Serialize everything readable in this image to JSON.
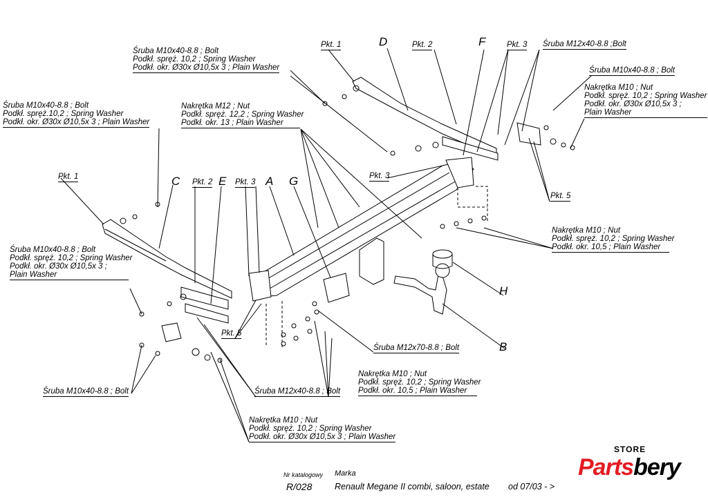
{
  "letters": {
    "a": "A",
    "b": "B",
    "c": "C",
    "d": "D",
    "e": "E",
    "f": "F",
    "g": "G",
    "h": "H"
  },
  "pkt": {
    "p1": "Pkt. 1",
    "p2": "Pkt. 2",
    "p3": "Pkt. 3",
    "p5": "Pkt. 5"
  },
  "callouts": {
    "top_bolt": [
      "Śruba M10x40-8.8 ;  Bolt",
      "Podkł. spręż. 10,2 ; Spring Washer",
      "Podkł. okr.  Ø30x Ø10,5x 3 ; Plain Washer"
    ],
    "left_bolt": [
      "Śruba M10x40-8.8 ;  Bolt",
      "Podkł. spręż.10,2 ; Spring Washer",
      "Podkł. okr.  Ø30x Ø10,5x 3 ; Plain Washer"
    ],
    "nut12": [
      "Nakrętka  M12 ; Nut",
      "Podkł. spręż. 12,2 ; Spring Washer",
      "Podkł. okr.    13 ; Plain Washer"
    ],
    "bolt_m12_top": "Śruba M12x40-8.8 ;Bolt",
    "right_bolt": "Śruba M10x40-8.8 ;  Bolt",
    "right_nut": [
      "Nakrętka  M10 ; Nut",
      "Podkł. spręż. 10,2 ; Spring Washer",
      "Podkł. okr.  Ø30x Ø10,5x 3 ;",
      "Plain Washer"
    ],
    "left_mid_bolt": [
      "Śruba M10x40-8.8 ;  Bolt",
      "Podkł. spręż. 10,2 ; Spring Washer",
      "Podkł. okr.  Ø30x Ø10,5x 3 ;",
      "Plain Washer"
    ],
    "right_mid_nut": [
      "Nakrętka  M10 ; Nut",
      "Podkł. spręż. 10,2 ; Spring Washer",
      "Podkł. okr.  10,5 ; Plain Washer"
    ],
    "bolt_m12x70": "Śruba M12x70-8.8 ;  Bolt",
    "mid_nut": [
      "Nakrętka  M10 ; Nut",
      "Podkł. spręż. 10,2 ; Spring Washer",
      "Podkł. okr.  10,5 ; Plain Washer"
    ],
    "bottom_left_bolt": "Śruba M10x40-8.8 ;  Bolt",
    "bottom_m12_bolt": "Śruba M12x40-8.8 ;  Bolt",
    "bottom_nut": [
      "Nakrętka  M10 ; Nut",
      "Podkł. spręż. 10,2 ; Spring Washer",
      "Podkł. okr.  Ø30x Ø10,5x 3 ; Plain Washer"
    ]
  },
  "footer": {
    "catalog_label": "Nr katalogowy",
    "catalog_value": "R/028",
    "brand_label": "Marka",
    "brand_value": "Renault Megane II combi, saloon, estate",
    "date": "od  07/03 - >"
  },
  "logo": {
    "store": "STORE",
    "brand_a": "Parts",
    "brand_b": "bery",
    "accent_color": "#e31c23"
  }
}
